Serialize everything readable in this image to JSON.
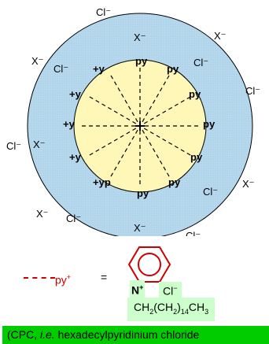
{
  "labels": {
    "anion": "X⁻",
    "chloride": "Cl⁻",
    "pyridinium": "py",
    "partial": "+y",
    "partial_p": "+yp"
  },
  "legend": {
    "py_plus": "py",
    "py_plus_sup": "+",
    "equals": "=",
    "n_plus": "N",
    "n_plus_sup": "+",
    "cl": "Cl",
    "cl_sup": "−",
    "chain_a": "CH",
    "chain_sub1": "2",
    "chain_b": "(CH",
    "chain_sub2": "2",
    "chain_c": ")",
    "chain_sub3": "14",
    "chain_d": "CH",
    "chain_sub4": "3"
  },
  "caption": {
    "open": "(CPC, ",
    "ie": "i.e.",
    "rest": " hexadecylpyridinium chloride"
  },
  "colors": {
    "outer_fill": "#b7d9ee",
    "inner_fill": "#fff7b8",
    "dash_red": "#cc0000",
    "highlight": "#ccffcc",
    "caption_bg": "#00cc00"
  }
}
